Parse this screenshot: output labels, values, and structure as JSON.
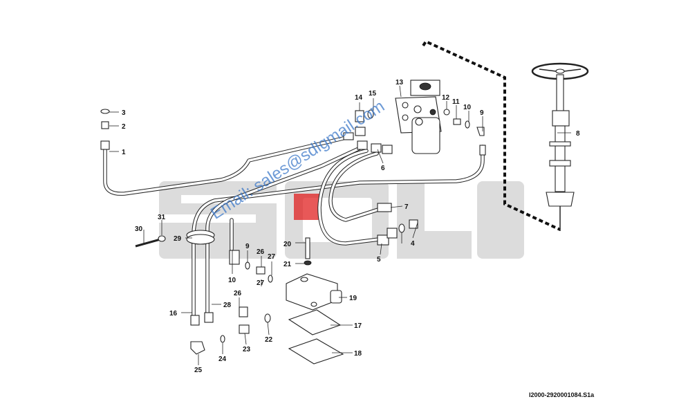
{
  "watermark": {
    "brand": "SDLG",
    "email": "Email: sales@sdlgmail.com",
    "color": "#d9d9d9",
    "email_color": "#3c78c8",
    "accent": "#e02020"
  },
  "drawing_code": "I2000-2920001084.S1a",
  "callouts": [
    "1",
    "2",
    "3",
    "4",
    "5",
    "6",
    "7",
    "8",
    "9",
    "10",
    "11",
    "12",
    "13",
    "14",
    "15",
    "16",
    "17",
    "18",
    "19",
    "20",
    "21",
    "22",
    "23",
    "24",
    "25",
    "26",
    "27",
    "28",
    "29",
    "30",
    "31"
  ]
}
